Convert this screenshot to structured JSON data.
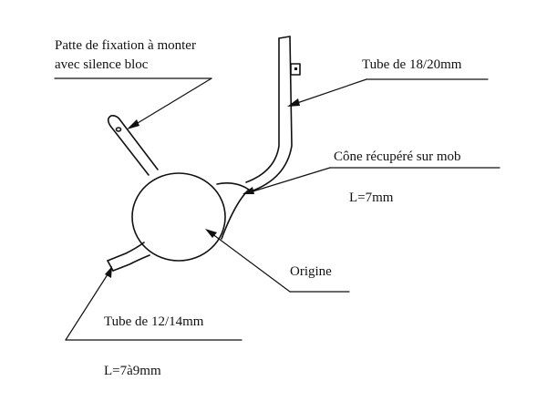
{
  "labels": {
    "patte_line1": "Patte de fixation à monter",
    "patte_line2": "avec silence bloc",
    "tube_large": "Tube de 18/20mm",
    "cone": "Cône récupéré sur mob",
    "cone_length": "L=7mm",
    "origine": "Origine",
    "tube_small": "Tube de 12/14mm",
    "tube_small_length": "L=7à9mm"
  },
  "colors": {
    "ink": "#111111",
    "paper": "#ffffff"
  }
}
